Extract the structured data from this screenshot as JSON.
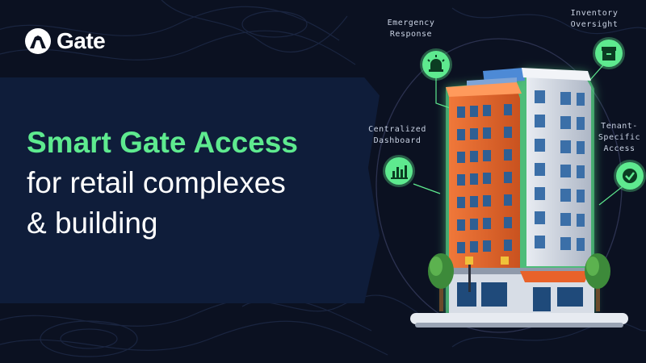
{
  "brand": {
    "name": "Gate"
  },
  "headline": {
    "line1": "Smart Gate Access",
    "line2": "for retail complexes",
    "line3": "& building"
  },
  "features": {
    "emergency": {
      "line1": "Emergency",
      "line2": "Response",
      "icon": "alarm-siren-icon"
    },
    "inventory": {
      "line1": "Inventory",
      "line2": "Oversight",
      "icon": "archive-box-icon"
    },
    "dashboard": {
      "line1": "Centralized",
      "line2": "Dashboard",
      "icon": "bar-chart-icon"
    },
    "tenant": {
      "line1": "Tenant-",
      "line2": "Specific",
      "line3": "Access",
      "icon": "checkmark-icon"
    }
  },
  "colors": {
    "background": "#0b1121",
    "band": "#0f1d3a",
    "accent_green": "#5eea8f",
    "text_white": "#ffffff"
  }
}
